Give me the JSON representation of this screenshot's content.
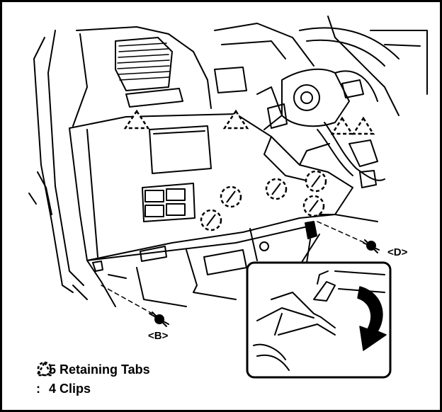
{
  "callouts": {
    "b": "<B>",
    "d": "<D>"
  },
  "legend": {
    "tabs_colon": ":",
    "tabs_label": "5 Retaining Tabs",
    "clips_colon": ":",
    "clips_label": "4 Clips"
  },
  "colors": {
    "ink": "#000000",
    "paper": "#ffffff"
  },
  "icons": {
    "retaining_tab": "dashed-circle-icon",
    "clip": "dashed-triangle-icon"
  }
}
